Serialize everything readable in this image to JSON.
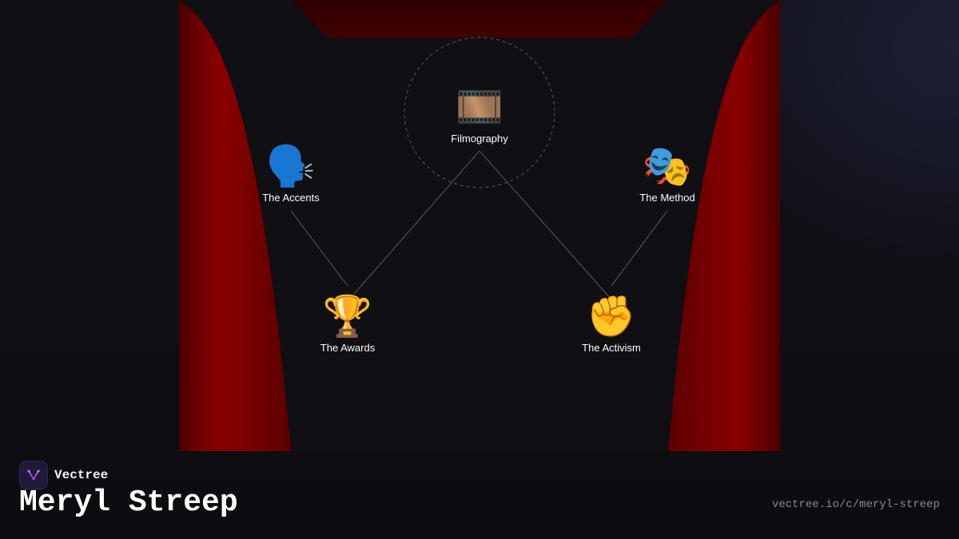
{
  "brand": {
    "name": "Vectree",
    "logo_icon": "vectree-logo-icon"
  },
  "page": {
    "title": "Meryl Streep",
    "url": "vectree.io/c/meryl-streep"
  },
  "nodes": {
    "center": {
      "label": "Filmography",
      "icon": "🎞️",
      "icon_name": "film-frames-icon"
    },
    "accents": {
      "label": "The Accents",
      "icon": "🗣️",
      "icon_name": "speaking-head-icon"
    },
    "method": {
      "label": "The Method",
      "icon": "🎭",
      "icon_name": "theater-masks-icon"
    },
    "awards": {
      "label": "The Awards",
      "icon": "🏆",
      "icon_name": "trophy-icon"
    },
    "activism": {
      "label": "The Activism",
      "icon": "✊",
      "icon_name": "raised-fist-icon"
    }
  },
  "colors": {
    "curtain": "#8a0000",
    "valance": "#3a0000",
    "background": "#0f0f15",
    "connector": "#8a8a92",
    "logo_accent": "#a64dff"
  }
}
